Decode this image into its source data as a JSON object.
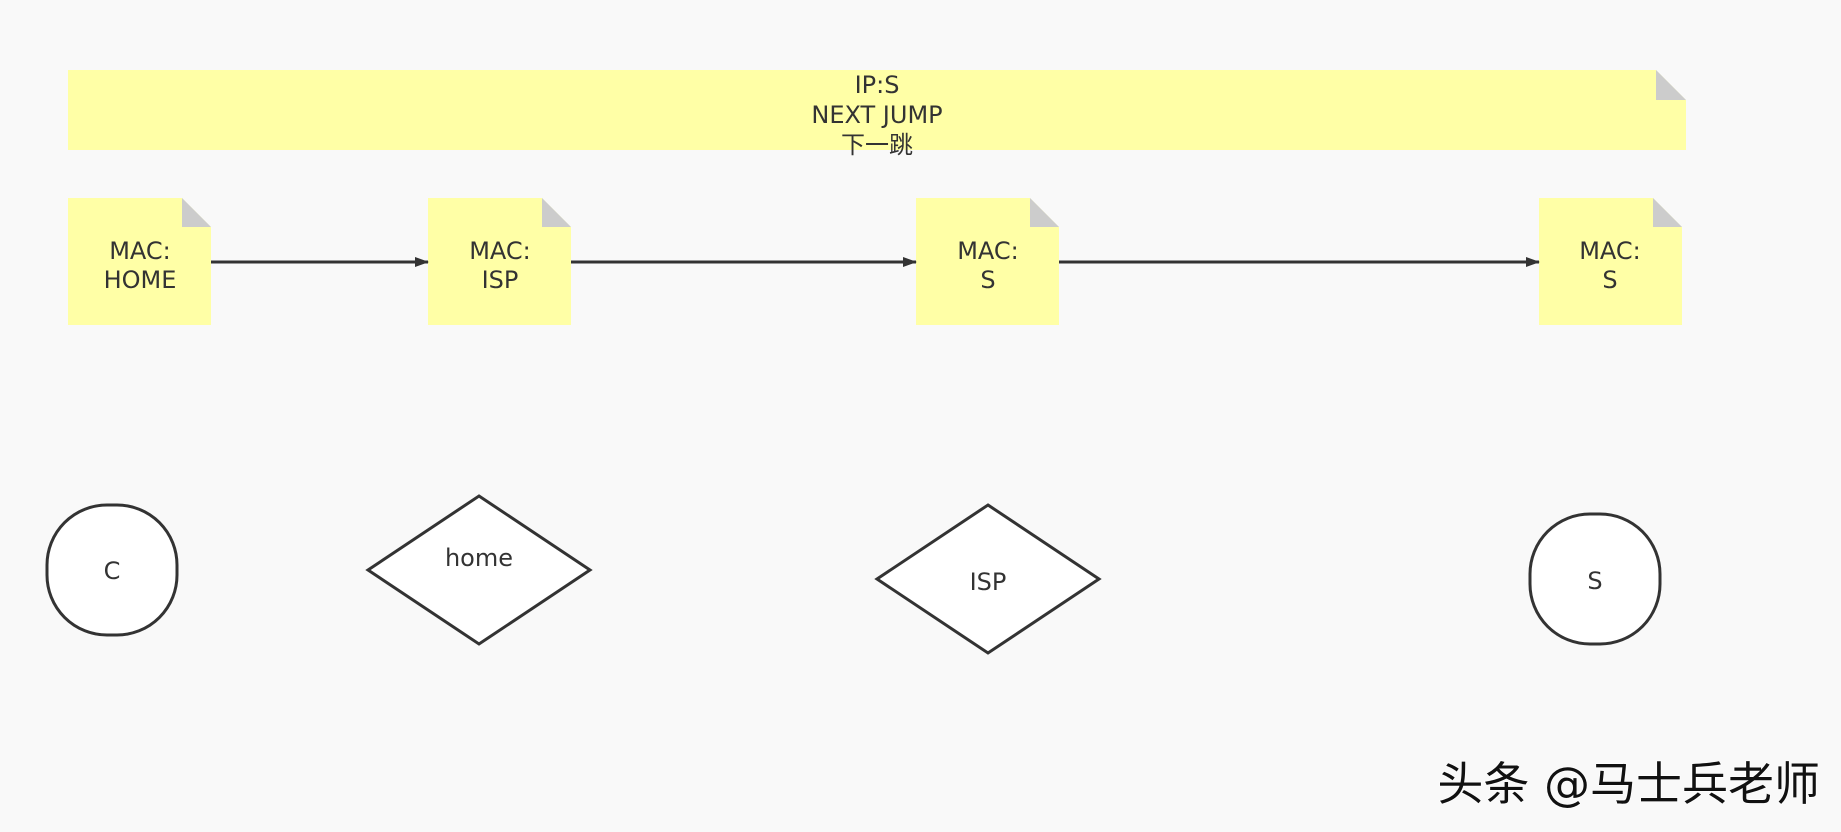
{
  "diagram": {
    "banner": {
      "lines": [
        "IP:S",
        "NEXT JUMP",
        "下一跳"
      ]
    },
    "mac_notes": [
      {
        "line1": "MAC:",
        "line2": "HOME"
      },
      {
        "line1": "MAC:",
        "line2": "ISP"
      },
      {
        "line1": "MAC:",
        "line2": "S"
      },
      {
        "line1": "MAC:",
        "line2": "S"
      }
    ],
    "nodes": [
      {
        "shape": "circle",
        "label": "C"
      },
      {
        "shape": "diamond",
        "label": "home"
      },
      {
        "shape": "diamond",
        "label": "ISP"
      },
      {
        "shape": "circle",
        "label": "S"
      }
    ]
  },
  "watermark": {
    "text": "头条 @马士兵老师"
  },
  "colors": {
    "background": "#f9f9f9",
    "note_fill": "#ffffa6",
    "note_fold": "#cccccc",
    "stroke": "#333333",
    "node_fill": "#ffffff"
  }
}
